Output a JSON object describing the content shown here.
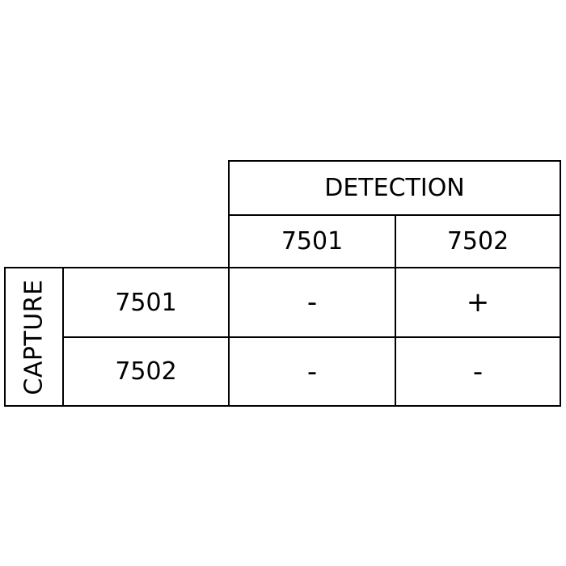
{
  "table": {
    "column_group_label": "DETECTION",
    "row_group_label": "CAPTURE",
    "columns": [
      "7501",
      "7502"
    ],
    "rows": [
      {
        "label": "7501",
        "cells": [
          "-",
          "+"
        ]
      },
      {
        "label": "7502",
        "cells": [
          "-",
          "-"
        ]
      }
    ]
  }
}
